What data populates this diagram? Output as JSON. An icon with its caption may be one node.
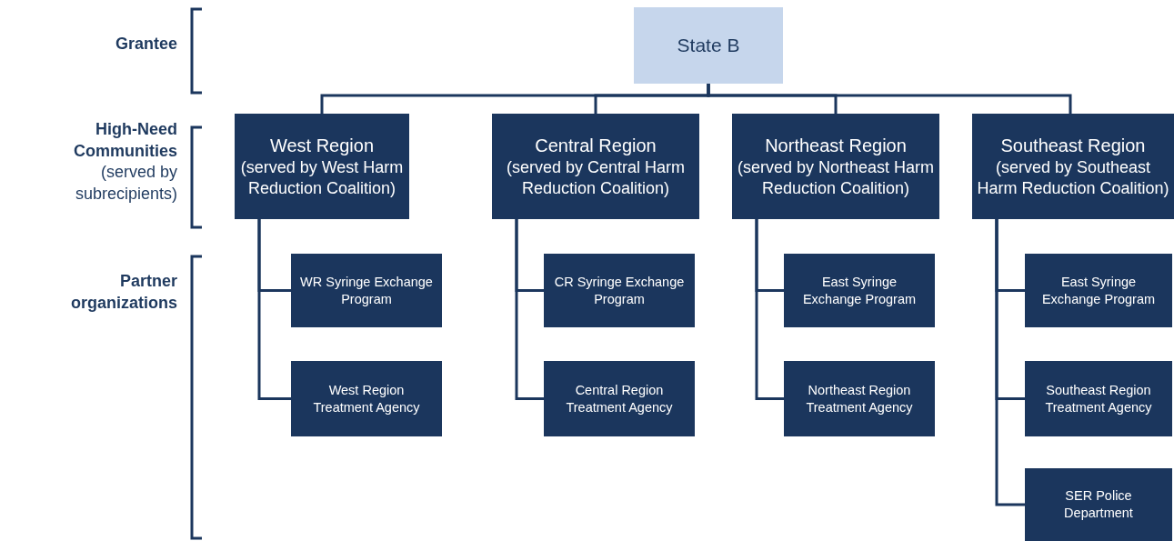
{
  "diagram": {
    "nodes": [
      {
        "text": [
          "State B"
        ]
      },
      {
        "text": [
          "West Region",
          "(served by West Harm Reduction Coalition)"
        ]
      },
      {
        "text": [
          "Central Region",
          "(served by Central Harm Reduction Coalition)"
        ]
      },
      {
        "text": [
          "Northeast Region",
          "(served by Northeast Harm Reduction Coalition)"
        ]
      },
      {
        "text": [
          "Southeast Region",
          "(served by Southeast Harm Reduction Coalition)"
        ]
      },
      {
        "text": [
          "WR Syringe Exchange Program"
        ]
      },
      {
        "text": [
          "West Region Treatment Agency"
        ]
      },
      {
        "text": [
          "CR Syringe Exchange Program"
        ]
      },
      {
        "text": [
          "Central Region Treatment Agency"
        ]
      },
      {
        "text": [
          "East Syringe Exchange Program"
        ]
      },
      {
        "text": [
          "Northeast Region Treatment Agency"
        ]
      },
      {
        "text": [
          "East Syringe Exchange Program"
        ]
      },
      {
        "text": [
          "Southeast Region Treatment Agency"
        ]
      },
      {
        "text": [
          "SER Police Department"
        ]
      }
    ],
    "edges": [
      {
        "from": 0,
        "to": 1,
        "arrow": "none"
      },
      {
        "from": 0,
        "to": 2,
        "arrow": "none"
      },
      {
        "from": 0,
        "to": 3,
        "arrow": "none"
      },
      {
        "from": 0,
        "to": 4,
        "arrow": "none"
      },
      {
        "from": 1,
        "to": 5,
        "arrow": "none"
      },
      {
        "from": 1,
        "to": 6,
        "arrow": "none"
      },
      {
        "from": 2,
        "to": 7,
        "arrow": "none"
      },
      {
        "from": 2,
        "to": 8,
        "arrow": "none"
      },
      {
        "from": 3,
        "to": 9,
        "arrow": "none"
      },
      {
        "from": 3,
        "to": 10,
        "arrow": "none"
      },
      {
        "from": 4,
        "to": 11,
        "arrow": "none"
      },
      {
        "from": 4,
        "to": 12,
        "arrow": "none"
      },
      {
        "from": 4,
        "to": 13,
        "arrow": "none"
      }
    ],
    "labels": [
      "Grantee",
      "High-Need Communities",
      "(served by subrecipients)",
      "Partner organizations"
    ]
  }
}
